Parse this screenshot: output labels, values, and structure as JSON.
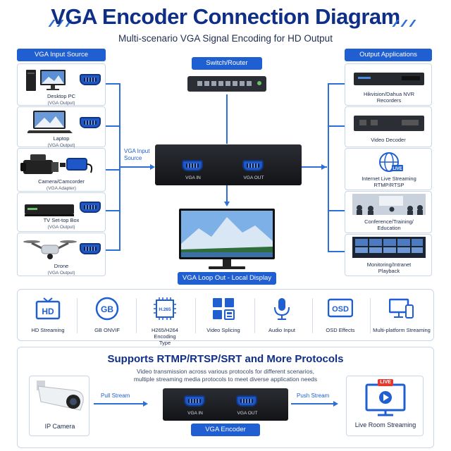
{
  "header": {
    "title": "VGA Encoder Connection Diagram",
    "subtitle": "Multi-scenario VGA Signal Encoding for HD Output"
  },
  "input_section": {
    "title": "VGA Input Source",
    "items": [
      {
        "label": "Desktop PC",
        "sub": "(VGA Output)",
        "icon": "desktop-pc-icon"
      },
      {
        "label": "Laptop",
        "sub": "(VGA Output)",
        "icon": "laptop-icon"
      },
      {
        "label": "Camera/Camcorder",
        "sub": "(VGA Adapter)",
        "icon": "camcorder-icon"
      },
      {
        "label": "TV Set-top Box",
        "sub": "(VGA Output)",
        "icon": "set-top-box-icon"
      },
      {
        "label": "Drone",
        "sub": "(VGA Output)",
        "icon": "drone-icon"
      }
    ],
    "link_label": "VGA Input Source"
  },
  "center": {
    "switch_label": "Switch/Router",
    "port_in": "VGA IN",
    "port_out": "VGA OUT",
    "loop_label": "VGA Loop Out - Local Display"
  },
  "output_section": {
    "title": "Output Applications",
    "items": [
      {
        "label": "Hikvision/Dahua NVR Recorders",
        "icon": "nvr-icon"
      },
      {
        "label": "Video Decoder",
        "icon": "decoder-icon"
      },
      {
        "label": "Internet Live Streaming RTMP/RTSP",
        "icon": "live-globe-icon"
      },
      {
        "label": "Conference/Training/ Education",
        "icon": "conference-icon"
      },
      {
        "label": "Monitoring/Intranet Playback",
        "icon": "monitoring-icon"
      }
    ]
  },
  "features": [
    {
      "label": "HD Streaming",
      "icon": "hd-tv-icon"
    },
    {
      "label": "GB ONVIF",
      "icon": "gb-icon"
    },
    {
      "label": "H265/H264 Encoding Type",
      "icon": "chip-icon"
    },
    {
      "label": "Video Splicing",
      "icon": "splicing-icon"
    },
    {
      "label": "Audio Input",
      "icon": "microphone-icon"
    },
    {
      "label": "OSD Effects",
      "icon": "osd-icon"
    },
    {
      "label": "Multi-platform Streaming",
      "icon": "multi-screen-icon"
    }
  ],
  "protocols": {
    "title": "Supports RTMP/RTSP/SRT and More Protocols",
    "desc_line1": "Video transmission across various protocols for different scenarios,",
    "desc_line2": "multiple streaming media protocols to meet diverse application needs",
    "camera_label": "IP Camera",
    "pull_label": "Pull Stream",
    "push_label": "Push Stream",
    "encoder_label": "VGA Encoder",
    "port_in": "VGA IN",
    "port_out": "VGA OUT",
    "live_label": "Live Room Streaming",
    "live_badge": "LIVE"
  },
  "colors": {
    "accent": "#1f5fd1",
    "title": "#0f2f86"
  }
}
